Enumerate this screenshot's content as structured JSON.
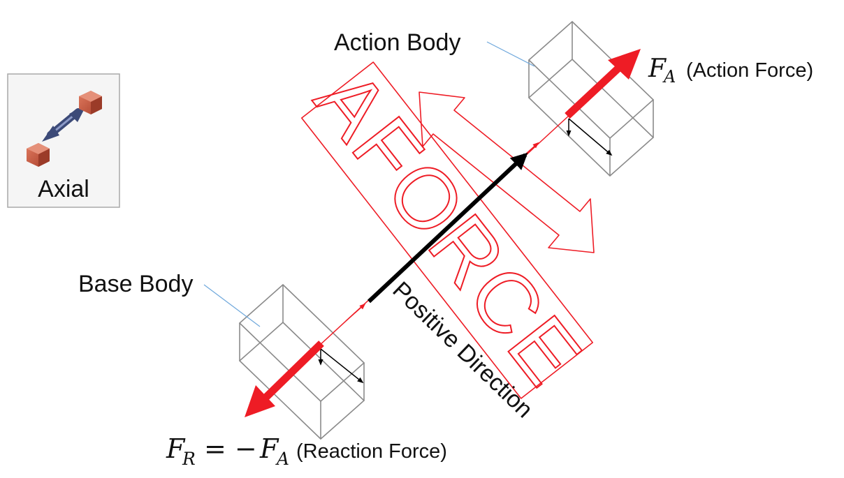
{
  "icon": {
    "label": "Axial",
    "name": "axial-joint-icon",
    "cube_color": "#c8553f",
    "arrow_color": "#3c4a78"
  },
  "labels": {
    "action_body": "Action Body",
    "base_body": "Base Body",
    "positive_direction": "Positive Direction",
    "action_force": "(Action Force)",
    "reaction_force": "(Reaction Force)",
    "force_stamp": "AFORCE"
  },
  "math": {
    "action_symbol": "F",
    "action_subscript": "A",
    "reaction_symbol": "F",
    "reaction_subscript": "R",
    "equals": "= −",
    "reaction_rhs_symbol": "F",
    "reaction_rhs_subscript": "A"
  },
  "colors": {
    "force_red": "#ee1c25",
    "axis_black": "#000000",
    "wireframe_gray": "#8a8a8a",
    "leader_blue": "#6fa8dc"
  }
}
